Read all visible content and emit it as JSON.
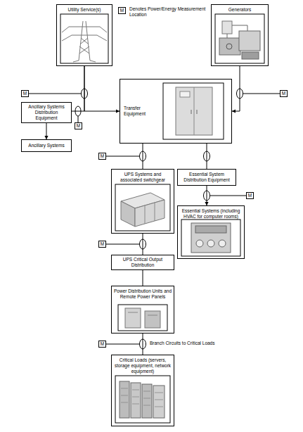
{
  "diagram": {
    "nodes": [
      {
        "text": [
          "Utility Service(s)"
        ]
      },
      {
        "text": [
          "Generators"
        ]
      },
      {
        "text": [
          "Transfer Equipment"
        ]
      },
      {
        "text": [
          "Ancillary Systems Distribution Equipment"
        ]
      },
      {
        "text": [
          "Ancillary Systems"
        ]
      },
      {
        "text": [
          "UPS Systems and associated switchgear"
        ]
      },
      {
        "text": [
          "Essential System Distribution Equipment"
        ]
      },
      {
        "text": [
          "Essential Systems (including HVAC for computer rooms)"
        ]
      },
      {
        "text": [
          "UPS Critical Output Distribution"
        ]
      },
      {
        "text": [
          "Power Distribution Units and Remote Power Panels"
        ]
      },
      {
        "text": [
          "Critical Loads (servers, storage equipment, network equipment)"
        ]
      }
    ],
    "edges": [
      {
        "from": 0,
        "to": 2,
        "arrow": "to"
      },
      {
        "from": 0,
        "to": 3,
        "arrow": "none"
      },
      {
        "from": 1,
        "to": 2,
        "arrow": "to"
      },
      {
        "from": 3,
        "to": 4,
        "arrow": "to"
      },
      {
        "from": 2,
        "to": 5,
        "arrow": "none"
      },
      {
        "from": 2,
        "to": 6,
        "arrow": "none"
      },
      {
        "from": 6,
        "to": 7,
        "arrow": "to"
      },
      {
        "from": 5,
        "to": 8,
        "arrow": "none"
      },
      {
        "from": 8,
        "to": 9,
        "arrow": "none"
      },
      {
        "from": 9,
        "to": 10,
        "label": "Branch Circuits to Critical Loads",
        "arrow": "none"
      }
    ],
    "labels": [
      "M",
      "M",
      "M",
      "M",
      "M",
      "M",
      "M",
      "M"
    ],
    "legend": [
      {
        "text": "Denotes Power/Energy Measurement Location"
      }
    ]
  }
}
